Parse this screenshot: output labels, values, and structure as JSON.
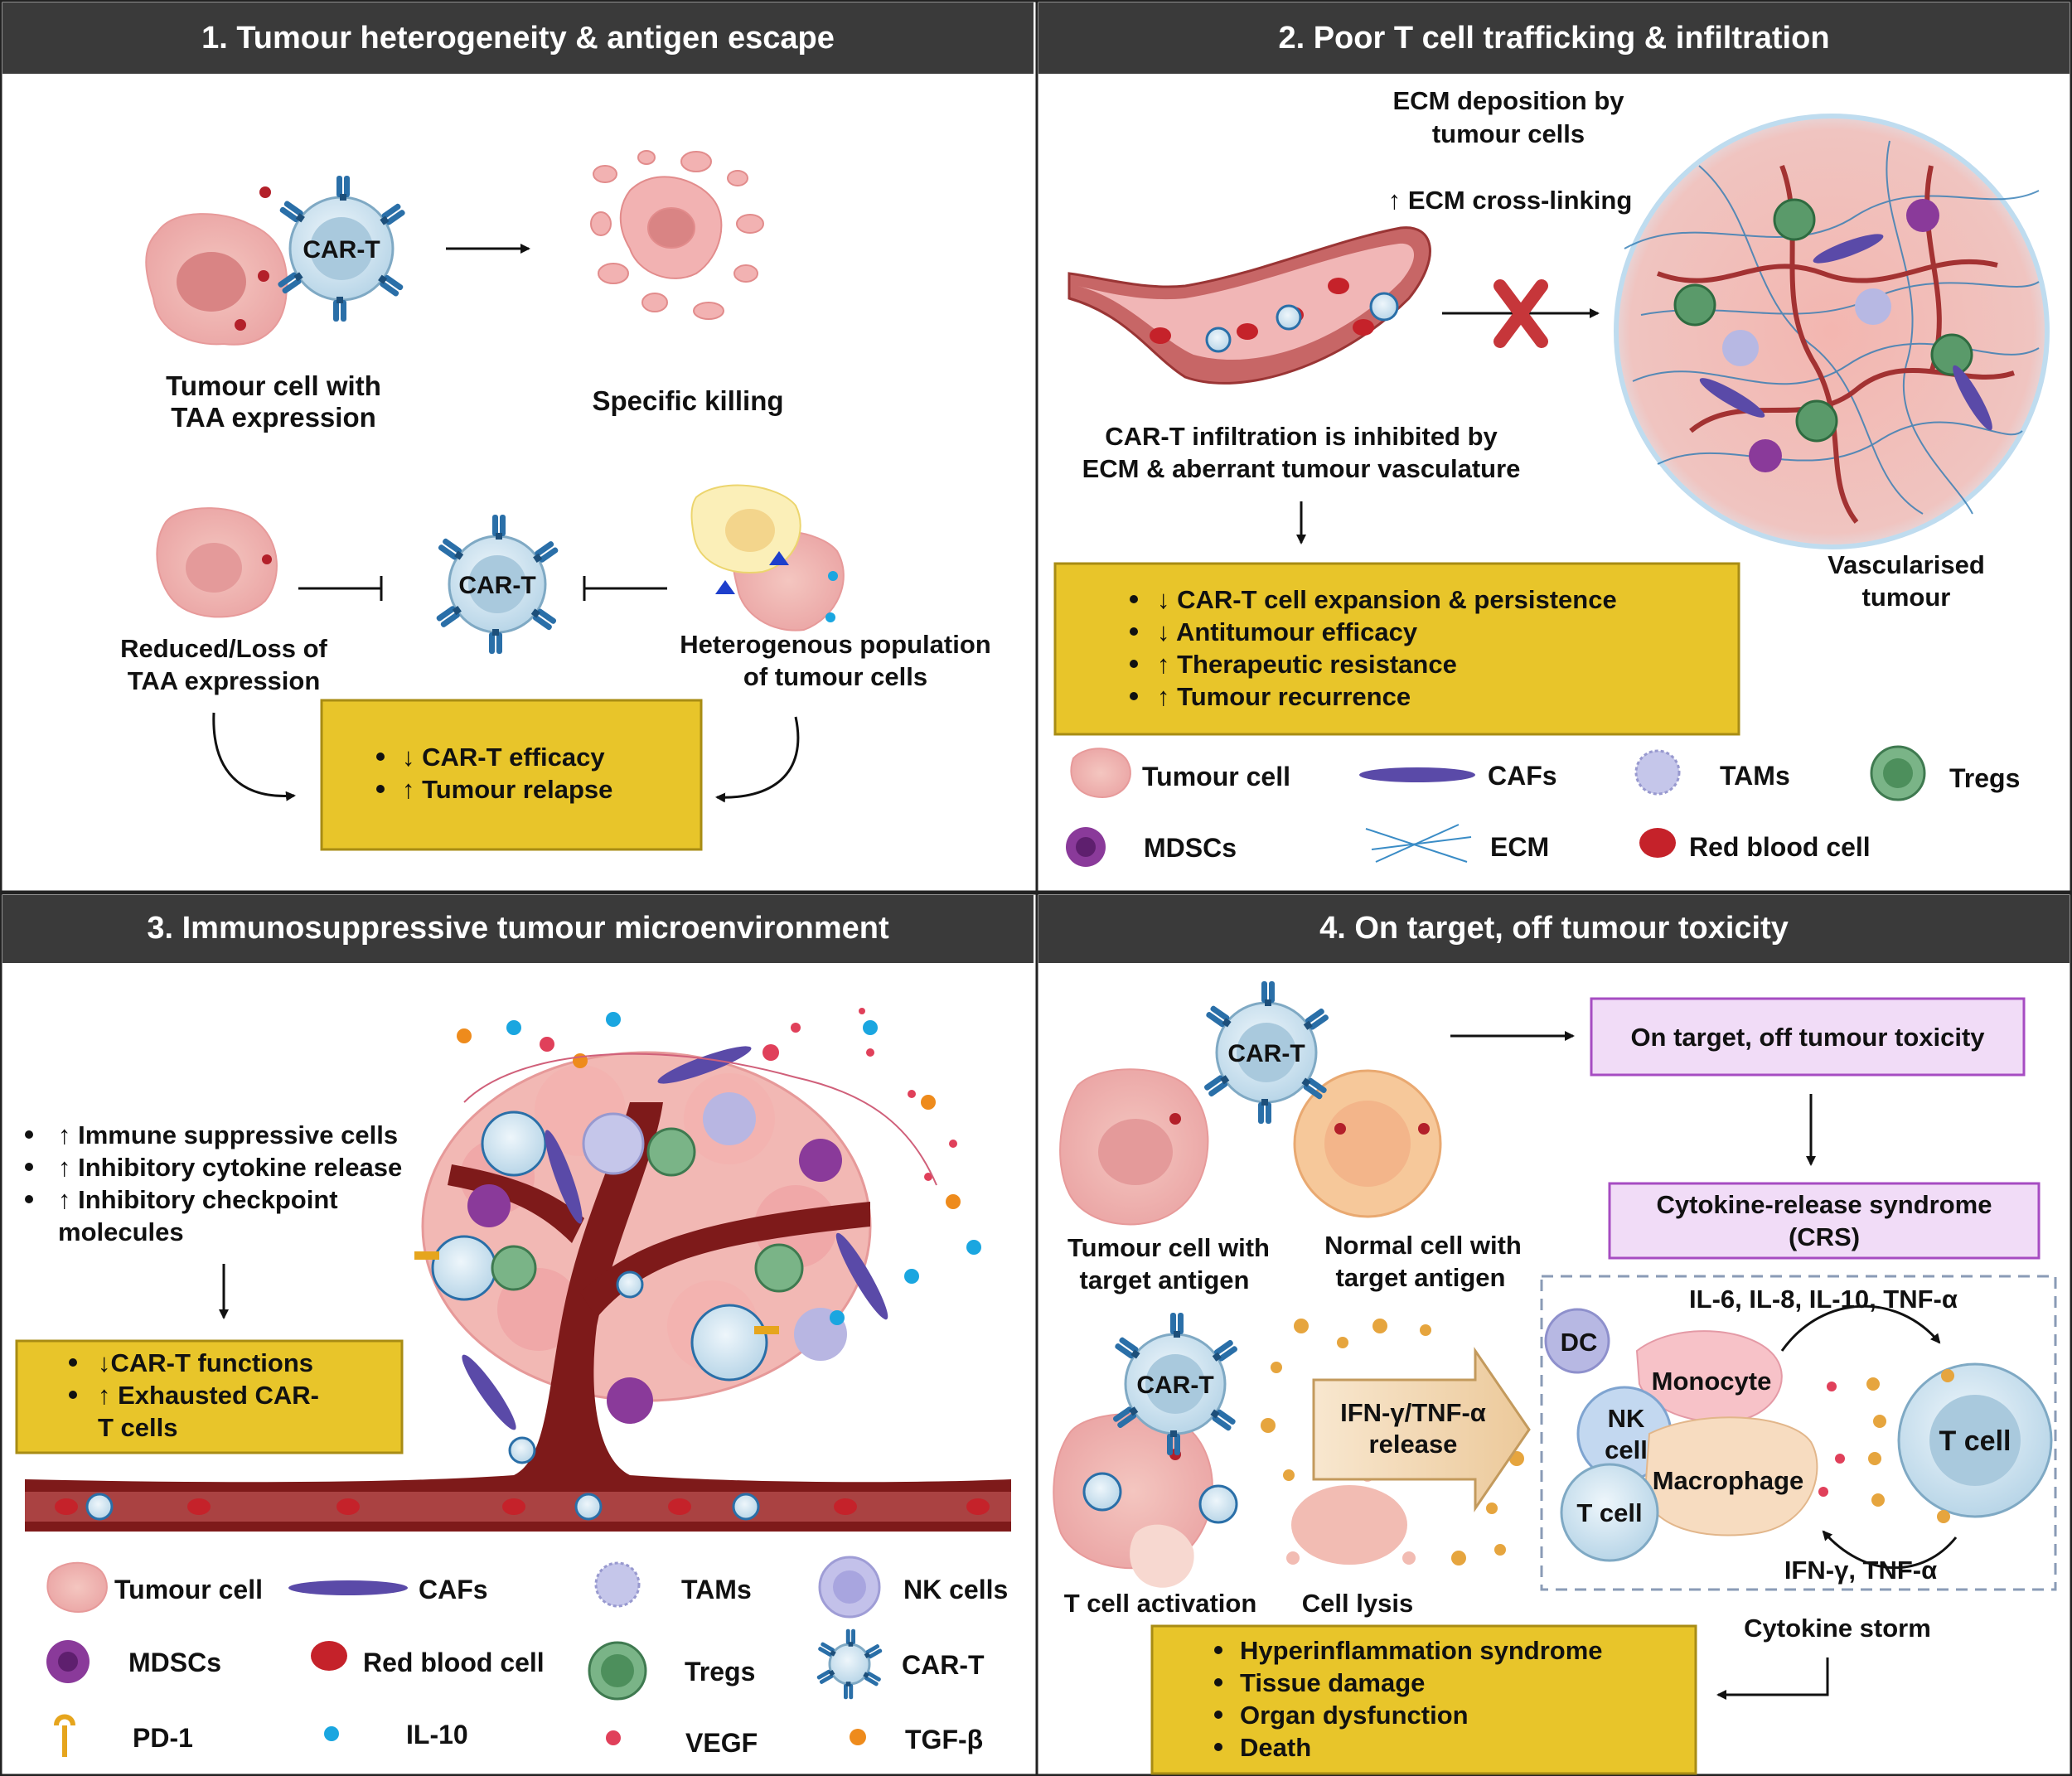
{
  "panels": [
    {
      "title": "1.  Tumour heterogeneity & antigen escape",
      "cart_label": "CAR-T",
      "tumour_cell_label": [
        "Tumour cell with",
        "TAA expression"
      ],
      "specific_killing": "Specific killing",
      "reduced_label": [
        "Reduced/Loss of",
        "TAA expression"
      ],
      "heterogenous_label": [
        "Heterogenous population",
        "of tumour cells"
      ],
      "outcomes": [
        "↓ CAR-T efficacy",
        "↑ Tumour relapse"
      ]
    },
    {
      "title": "2.  Poor T cell trafficking & infiltration",
      "ecm_deposition": [
        "ECM deposition by",
        "tumour cells"
      ],
      "ecm_crosslinking": "↑ ECM cross-linking",
      "infiltration": [
        "CAR-T infiltration is inhibited by",
        "ECM & aberrant tumour vasculature"
      ],
      "vascularised": [
        "Vascularised",
        "tumour"
      ],
      "outcomes": [
        "↓ CAR-T cell expansion & persistence",
        "↓ Antitumour efficacy",
        "↑ Therapeutic resistance",
        "↑ Tumour recurrence"
      ],
      "legend": [
        "Tumour cell",
        "CAFs",
        "TAMs",
        "Tregs",
        "MDSCs",
        "ECM",
        "Red blood cell"
      ]
    },
    {
      "title": "3.  Immunosuppressive tumour microenvironment",
      "bullets": [
        "↑ Immune suppressive cells",
        "↑ Inhibitory cytokine release",
        "↑ Inhibitory checkpoint",
        "molecules"
      ],
      "outcomes": [
        "↓CAR-T functions",
        "↑ Exhausted CAR-",
        "T cells"
      ],
      "legend": [
        "Tumour cell",
        "CAFs",
        "TAMs",
        "NK cells",
        "MDSCs",
        "Red blood cell",
        "Tregs",
        "CAR-T",
        "PD-1",
        "IL-10",
        "VEGF",
        "TGF-β"
      ]
    },
    {
      "title": "4.   On target, off tumour toxicity",
      "cart_label": "CAR-T",
      "on_target": "On target, off tumour toxicity",
      "crs": [
        "Cytokine-release syndrome",
        "(CRS)"
      ],
      "tumour_target": [
        "Tumour cell with",
        "target antigen"
      ],
      "normal_target": [
        "Normal cell with",
        "target antigen"
      ],
      "ifn_release": [
        "IFN-γ/TNF-α",
        "release"
      ],
      "t_activation": "T cell activation",
      "cell_lysis": "Cell lysis",
      "cytokines_top": "IL-6, IL-8, IL-10, TNF-α",
      "cytokines_bottom": "IFN-γ, TNF-α",
      "dc": "DC",
      "monocyte": "Monocyte",
      "nk": [
        "NK",
        "cell"
      ],
      "t_cell": "T cell",
      "macrophage": "Macrophage",
      "t_cell_big": "T cell",
      "cytokine_storm": "Cytokine storm",
      "outcomes": [
        "Hyperinflammation syndrome",
        "Tissue damage",
        "Organ dysfunction",
        "Death"
      ]
    }
  ],
  "colors": {
    "header": "#3a3a3a",
    "outcome_box": "#e8c52a",
    "purple_box": "#f1dcf7",
    "purple_border": "#a64cc2",
    "tumour": "#f4b8b8",
    "vessel": "#8b1c1c",
    "receptor": "#2a6fa8"
  }
}
